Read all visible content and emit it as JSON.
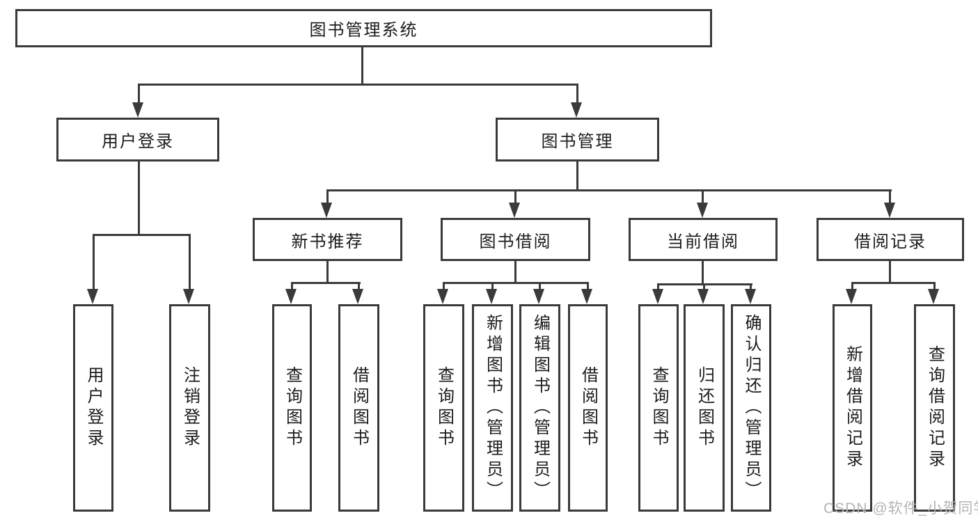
{
  "diagram_title": "图书管理系统",
  "nodes": {
    "root": "图书管理系统",
    "user_login": "用户登录",
    "book_mgmt": "图书管理",
    "new_book_rec": "新书推荐",
    "book_borrowing": "图书借阅",
    "current_borrowing": "当前借阅",
    "borrow_records": "借阅记录",
    "leaf_user_login": "用户登录",
    "leaf_logout": "注销登录",
    "leaf_nbr_query": "查询图书",
    "leaf_nbr_borrow": "借阅图书",
    "leaf_bb_query": "查询图书",
    "leaf_bb_add": "新增图书（管理员）",
    "leaf_bb_edit": "编辑图书（管理员）",
    "leaf_bb_borrow": "借阅图书",
    "leaf_cb_query": "查询图书",
    "leaf_cb_return": "归还图书",
    "leaf_cb_confirm": "确认归还（管理员）",
    "leaf_br_add": "新增借阅记录",
    "leaf_br_query": "查询借阅记录"
  },
  "hierarchy": {
    "图书管理系统": {
      "用户登录": [
        "用户登录",
        "注销登录"
      ],
      "图书管理": {
        "新书推荐": [
          "查询图书",
          "借阅图书"
        ],
        "图书借阅": [
          "查询图书",
          "新增图书（管理员）",
          "编辑图书（管理员）",
          "借阅图书"
        ],
        "当前借阅": [
          "查询图书",
          "归还图书",
          "确认归还（管理员）"
        ],
        "借阅记录": [
          "新增借阅记录",
          "查询借阅记录"
        ]
      }
    }
  },
  "watermark": "CSDN @软件_小贺同学",
  "colors": {
    "line": "#3a3a3a",
    "text": "#1c1c1c",
    "watermark": "#b5b5b5",
    "background": "#ffffff"
  }
}
